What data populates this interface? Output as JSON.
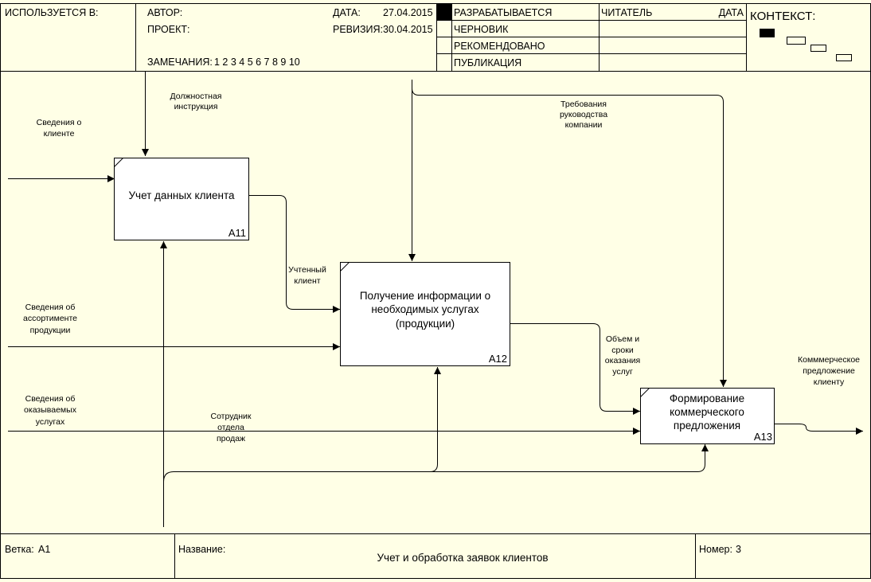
{
  "header": {
    "used_in": "ИСПОЛЬЗУЕТСЯ В:",
    "author_label": "АВТОР:",
    "project_label": "ПРОЕКТ:",
    "date_label": "ДАТА:",
    "date_value": "27.04.2015",
    "revision_label": "РЕВИЗИЯ:",
    "revision_value": "30.04.2015",
    "notes_label": "ЗАМЕЧАНИЯ:",
    "notes_numbers": "1 2 3 4 5 6 7 8 9 10",
    "status_items": [
      "РАЗРАБАТЫВАЕТСЯ",
      "ЧЕРНОВИК",
      "РЕКОМЕНДОВАНО",
      "ПУБЛИКАЦИЯ"
    ],
    "reader_label": "ЧИТАТЕЛЬ",
    "reader_date_label": "ДАТА",
    "context_label": "КОНТЕКСТ:"
  },
  "activities": [
    {
      "text": "Учет данных клиента",
      "code": "A11"
    },
    {
      "text_lines": [
        "Получение информации о",
        "необходимых услугах",
        "(продукции)"
      ],
      "code": "A12"
    },
    {
      "text_lines": [
        "Формирование",
        "коммерческого",
        "предложения"
      ],
      "code": "A13"
    }
  ],
  "arrow_labels": {
    "job_instruction": [
      "Должностная",
      "инструкция"
    ],
    "client_info": [
      "Сведения о",
      "клиенте"
    ],
    "management_requirements": [
      "Требования",
      "руководства",
      "компании"
    ],
    "recorded_client": [
      "Учтенный",
      "клиент"
    ],
    "assortment_info": [
      "Сведения об",
      "ассортименте",
      "продукции"
    ],
    "volume_terms": [
      "Объем и",
      "сроки",
      "оказания",
      "услуг"
    ],
    "services_info": [
      "Сведения об",
      "оказываемых",
      "услугах"
    ],
    "sales_employee": [
      "Сотрудник",
      "отдела",
      "продаж"
    ],
    "commercial_offer": [
      "Комммерческое",
      "предложение",
      "клиенту"
    ]
  },
  "footer": {
    "branch_label": "Ветка:",
    "branch_value": "A1",
    "name_label": "Название:",
    "name_value": "Учет и обработка заявок клиентов",
    "number_label": "Номер:",
    "number_value": "3"
  }
}
